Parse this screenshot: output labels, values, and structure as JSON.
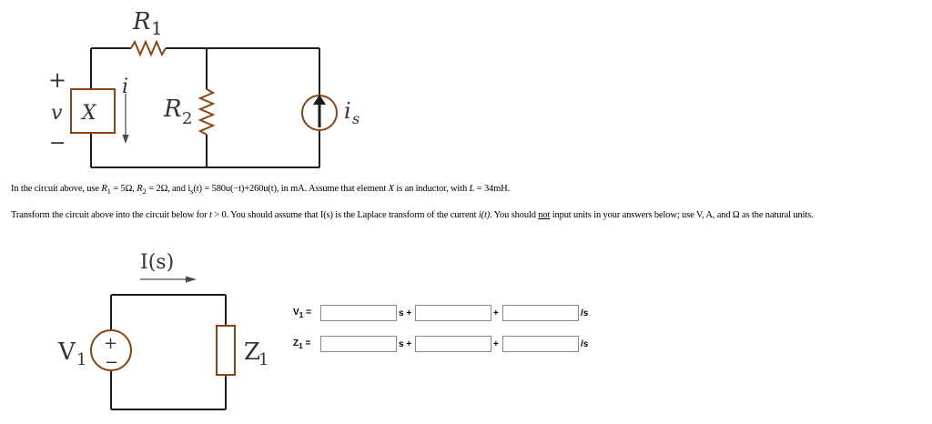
{
  "circuit1": {
    "r1_label": "R",
    "r1_sub": "1",
    "r2_label": "R",
    "r2_sub": "2",
    "current_label": "i",
    "source_label": "i",
    "source_sub": "s",
    "voltage_label": "v",
    "element_label": "X",
    "plus": "+",
    "minus": "−",
    "wire_color": "#1a1a1a",
    "component_color": "#8B4513",
    "arrow_color": "#4a4a4a"
  },
  "problem": {
    "p1_a": "In the circuit above, use ",
    "p1_r1": "R",
    "p1_r1_sub": "1",
    "p1_b": " = 5Ω, ",
    "p1_r2": "R",
    "p1_r2_sub": "2",
    "p1_c": " = 2Ω, and i",
    "p1_is_sub": "s",
    "p1_d": "(t) = 580u(−t)+260u(t), in mA. Assume that element ",
    "p1_x": "X",
    "p1_e": " is an inductor, with ",
    "p1_l": "L",
    "p1_f": " = 34mH.",
    "p2_a": "Transform the circuit above into the circuit below for ",
    "p2_t": "t",
    "p2_b": " > 0. You should assume that I(s) is the Laplace transform of the current ",
    "p2_it": "i(t)",
    "p2_c": ". You should ",
    "p2_not": "not",
    "p2_d": " input units in your answers below; use V, A, and Ω as the natural units."
  },
  "circuit2": {
    "current_label": "I(s)",
    "v_label": "V",
    "v_sub": "1",
    "z_label": "Z",
    "z_sub": "1",
    "plus": "+",
    "minus": "−"
  },
  "answers": {
    "v_label": "V",
    "v_sub": "1",
    "z_label": "Z",
    "z_sub": "1",
    "eq": " =",
    "s_plus": "s +",
    "plus": "+",
    "per_s": "/s",
    "v_values": [
      "",
      "",
      ""
    ],
    "z_values": [
      "",
      "",
      ""
    ]
  }
}
